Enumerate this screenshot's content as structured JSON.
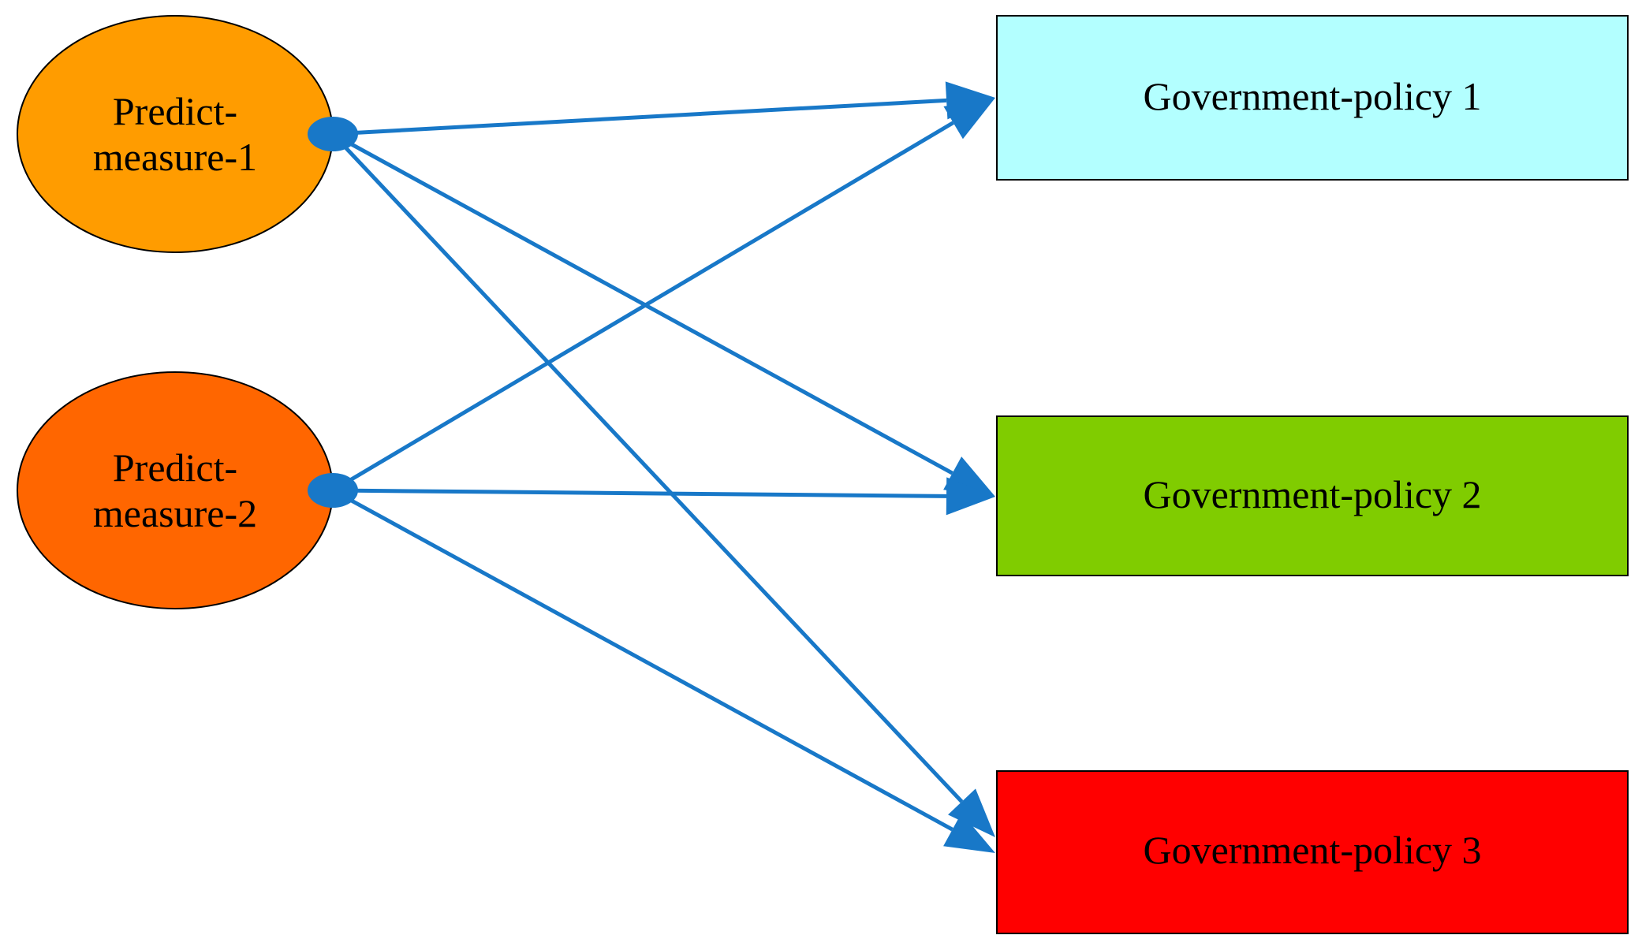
{
  "colors": {
    "edge": "#1878c8",
    "outline": "#000000",
    "background": "#ffffff"
  },
  "sources": [
    {
      "id": "pm1",
      "line1": "Predict-",
      "line2": "measure-1",
      "fill": "#ff9c00"
    },
    {
      "id": "pm2",
      "line1": "Predict-",
      "line2": "measure-2",
      "fill": "#ff6600"
    }
  ],
  "targets": [
    {
      "id": "gp1",
      "label": "Government-policy 1",
      "fill": "#b3ffff"
    },
    {
      "id": "gp2",
      "label": "Government-policy 2",
      "fill": "#80cc00"
    },
    {
      "id": "gp3",
      "label": "Government-policy 3",
      "fill": "#ff0000"
    }
  ],
  "edges": [
    {
      "from": "pm1",
      "to": "gp1"
    },
    {
      "from": "pm1",
      "to": "gp2"
    },
    {
      "from": "pm1",
      "to": "gp3"
    },
    {
      "from": "pm2",
      "to": "gp1"
    },
    {
      "from": "pm2",
      "to": "gp2"
    },
    {
      "from": "pm2",
      "to": "gp3"
    }
  ]
}
